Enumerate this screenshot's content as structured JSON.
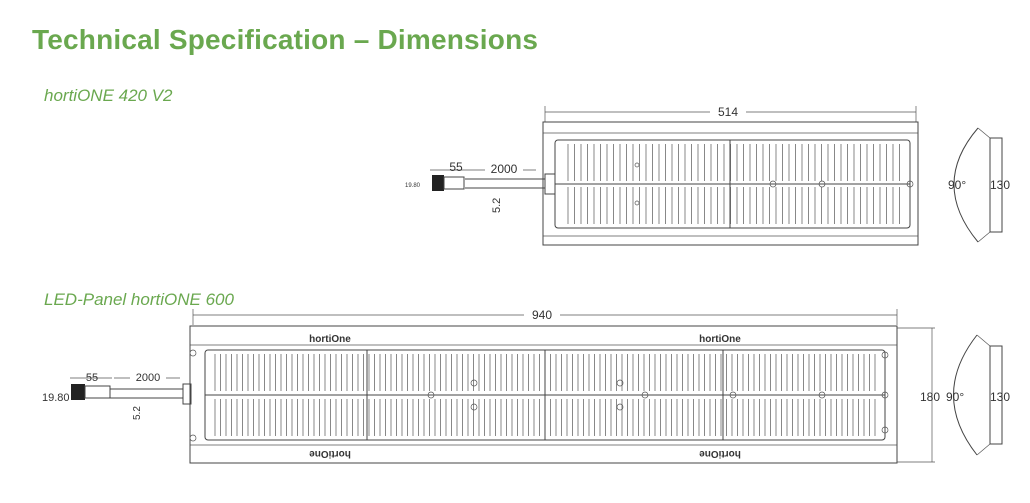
{
  "page": {
    "title": "Technical Specification – Dimensions",
    "accent_color": "#6aa84f"
  },
  "products": [
    {
      "name": "hortiONE 420 V2",
      "dimensions": {
        "length": "514",
        "cable": "2000",
        "plug": "55",
        "plug_height": "19.80",
        "cable_diameter": "5.2",
        "angle": "90°",
        "profile_height": "130"
      }
    },
    {
      "name": "LED-Panel hortiONE 600",
      "dimensions": {
        "length": "940",
        "width": "180",
        "cable": "2000",
        "plug": "55",
        "plug_height": "19.80",
        "cable_diameter": "5.2",
        "angle": "90°",
        "profile_height": "130"
      },
      "panel_label": "hortiOne"
    }
  ]
}
